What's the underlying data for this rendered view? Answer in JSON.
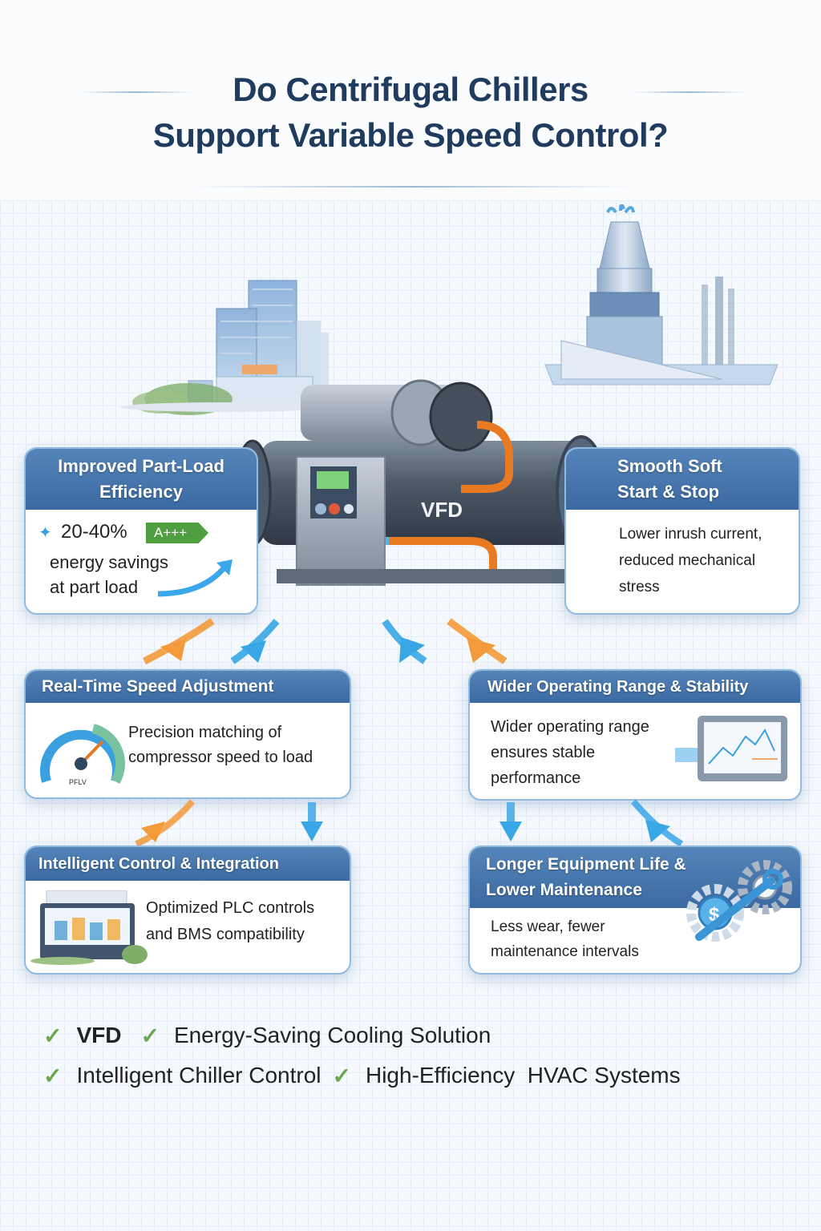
{
  "title": {
    "line1": "Do Centrifugal Chillers",
    "line2": "Support Variable Speed Control?"
  },
  "machine": {
    "label": "VFD",
    "illustration": "centrifugal-chiller-with-vfd-panel"
  },
  "background_scene": {
    "left": "office-buildings",
    "right": "cooling-tower-industrial-plant"
  },
  "cards": [
    {
      "id": "part-load",
      "title_line1": "Improved Part-Load",
      "title_line2": "Efficiency",
      "stat": "20-40%",
      "badge": "A+++",
      "body_line1": "energy savings",
      "body_line2": "at part load",
      "icon": "efficiency-arrow-icon"
    },
    {
      "id": "soft-start",
      "title_line1": "Smooth Soft",
      "title_line2": "Start & Stop",
      "body_line1": "Lower inrush current,",
      "body_line2": "reduced mechanical",
      "body_line3": "stress"
    },
    {
      "id": "speed-adjust",
      "title": "Real-Time Speed Adjustment",
      "body_line1": "Precision matching of",
      "body_line2": "compressor speed to load",
      "gauge_label": "PFLV",
      "icon": "gauge-icon"
    },
    {
      "id": "operating-range",
      "title": "Wider Operating Range & Stability",
      "body_line1": "Wider operating range",
      "body_line2": "ensures stable",
      "body_line3": "performance",
      "icon": "monitor-chart-icon"
    },
    {
      "id": "intelligent-control",
      "title": "Intelligent Control & Integration",
      "body_line1": "Optimized PLC controls",
      "body_line2": "and BMS compatibility",
      "icon": "control-panel-icon"
    },
    {
      "id": "equipment-life",
      "title_line1": "Longer Equipment Life &",
      "title_line2": "Lower Maintenance",
      "body_line1": "Less wear, fewer",
      "body_line2": "maintenance intervals",
      "icon": "gear-wrench-dollar-icon"
    }
  ],
  "checklist": [
    [
      "VFD",
      "Energy-Saving Cooling Solution"
    ],
    [
      "Intelligent Chiller Control",
      "High-Efficiency  HVAC Systems"
    ]
  ],
  "colors": {
    "title": "#1f3b5e",
    "card_header": "#3b6aa2",
    "card_border": "#8fbbe3",
    "arrow_orange": "#f39a3a",
    "arrow_blue": "#39a6e6",
    "check_green": "#6aa84f",
    "badge_green": "#4f9e3f"
  }
}
